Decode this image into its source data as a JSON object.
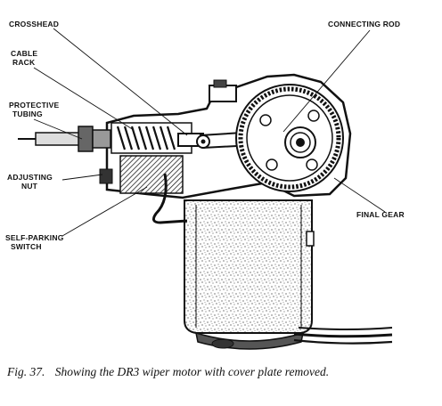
{
  "labels": {
    "crosshead": "CROSSHEAD",
    "cable_rack_1": "CABLE",
    "cable_rack_2": "RACK",
    "protective_tubing_1": "PROTECTIVE",
    "protective_tubing_2": "TUBING",
    "adjusting_nut_1": "ADJUSTING",
    "adjusting_nut_2": "NUT",
    "self_parking_switch_1": "SELF-PARKING",
    "self_parking_switch_2": "SWITCH",
    "connecting_rod": "CONNECTING ROD",
    "final_gear": "FINAL GEAR"
  },
  "caption": {
    "fig": "Fig. 37.",
    "text": "Showing the DR3 wiper motor with cover plate removed."
  }
}
